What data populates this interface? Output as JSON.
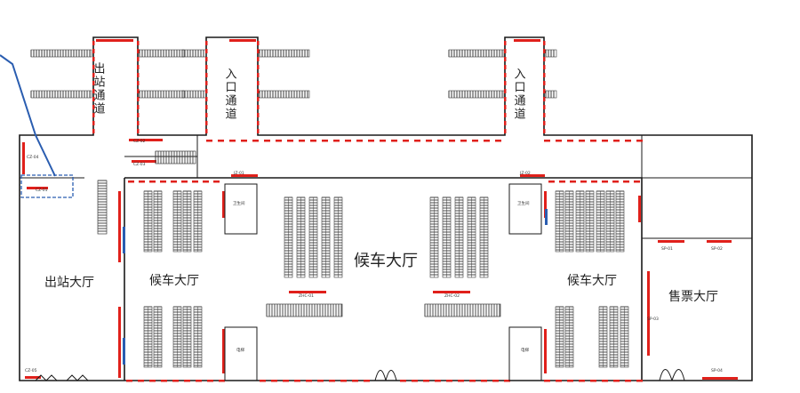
{
  "labels": {
    "exit_passage": "出站通道",
    "entrance_passage_1": "入口通道",
    "entrance_passage_2": "入口通道",
    "exit_hall": "出站大厅",
    "waiting_hall_left": "候车大厅",
    "waiting_hall_center": "候车大厅",
    "waiting_hall_right": "候车大厅",
    "ticket_hall": "售票大厅",
    "restroom_left": "卫生间",
    "restroom_right": "卫生间",
    "elevator_left": "电梯",
    "elevator_right": "电梯"
  },
  "codes": {
    "cz01": "CZ-01",
    "cz02": "CZ-02",
    "cz03": "CZ-03",
    "cz04": "CZ-04",
    "cz05": "CZ-05",
    "jz01": "JZ-01",
    "jz02": "JZ-02",
    "hc01": "ZHC-01",
    "hc02": "ZHC-02",
    "sp01": "SP-01",
    "sp02": "SP-02",
    "sp03": "SP-03",
    "sp04": "SP-04"
  },
  "colors": {
    "wall": "#1a1a1a",
    "marker": "#e0201b",
    "highlight": "#2a5db0",
    "seat": "#3a3a3a"
  }
}
